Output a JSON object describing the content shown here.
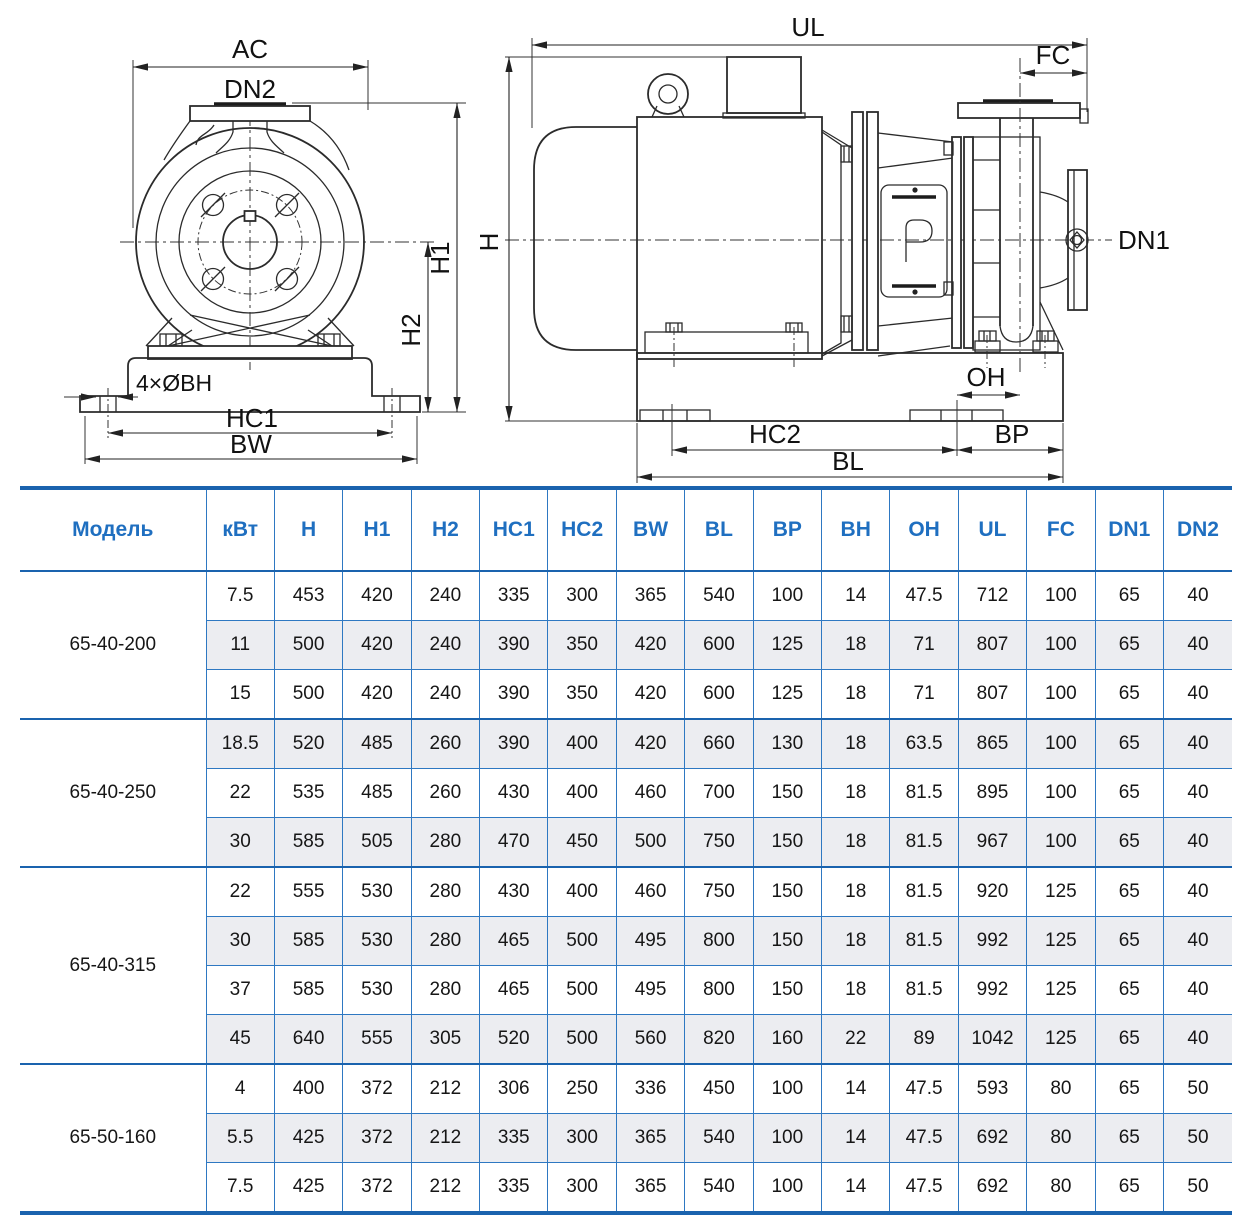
{
  "drawing": {
    "front": {
      "ac": "AC",
      "dn2": "DN2",
      "h1": "H1",
      "h2": "H2",
      "bh": "4×ØBH",
      "hc1": "HC1",
      "bw": "BW"
    },
    "side": {
      "ul": "UL",
      "fc": "FC",
      "h": "H",
      "dn1": "DN1",
      "oh": "OH",
      "hc2": "HC2",
      "bp": "BP",
      "bl": "BL"
    }
  },
  "table": {
    "columns": [
      "Модель",
      "кВт",
      "H",
      "H1",
      "H2",
      "HC1",
      "HC2",
      "BW",
      "BL",
      "BP",
      "BH",
      "OH",
      "UL",
      "FC",
      "DN1",
      "DN2"
    ],
    "groups": [
      {
        "model": "65-40-200",
        "rows": [
          [
            "7.5",
            "453",
            "420",
            "240",
            "335",
            "300",
            "365",
            "540",
            "100",
            "14",
            "47.5",
            "712",
            "100",
            "65",
            "40"
          ],
          [
            "11",
            "500",
            "420",
            "240",
            "390",
            "350",
            "420",
            "600",
            "125",
            "18",
            "71",
            "807",
            "100",
            "65",
            "40"
          ],
          [
            "15",
            "500",
            "420",
            "240",
            "390",
            "350",
            "420",
            "600",
            "125",
            "18",
            "71",
            "807",
            "100",
            "65",
            "40"
          ]
        ]
      },
      {
        "model": "65-40-250",
        "rows": [
          [
            "18.5",
            "520",
            "485",
            "260",
            "390",
            "400",
            "420",
            "660",
            "130",
            "18",
            "63.5",
            "865",
            "100",
            "65",
            "40"
          ],
          [
            "22",
            "535",
            "485",
            "260",
            "430",
            "400",
            "460",
            "700",
            "150",
            "18",
            "81.5",
            "895",
            "100",
            "65",
            "40"
          ],
          [
            "30",
            "585",
            "505",
            "280",
            "470",
            "450",
            "500",
            "750",
            "150",
            "18",
            "81.5",
            "967",
            "100",
            "65",
            "40"
          ]
        ]
      },
      {
        "model": "65-40-315",
        "rows": [
          [
            "22",
            "555",
            "530",
            "280",
            "430",
            "400",
            "460",
            "750",
            "150",
            "18",
            "81.5",
            "920",
            "125",
            "65",
            "40"
          ],
          [
            "30",
            "585",
            "530",
            "280",
            "465",
            "500",
            "495",
            "800",
            "150",
            "18",
            "81.5",
            "992",
            "125",
            "65",
            "40"
          ],
          [
            "37",
            "585",
            "530",
            "280",
            "465",
            "500",
            "495",
            "800",
            "150",
            "18",
            "81.5",
            "992",
            "125",
            "65",
            "40"
          ],
          [
            "45",
            "640",
            "555",
            "305",
            "520",
            "500",
            "560",
            "820",
            "160",
            "22",
            "89",
            "1042",
            "125",
            "65",
            "40"
          ]
        ]
      },
      {
        "model": "65-50-160",
        "rows": [
          [
            "4",
            "400",
            "372",
            "212",
            "306",
            "250",
            "336",
            "450",
            "100",
            "14",
            "47.5",
            "593",
            "80",
            "65",
            "50"
          ],
          [
            "5.5",
            "425",
            "372",
            "212",
            "335",
            "300",
            "365",
            "540",
            "100",
            "14",
            "47.5",
            "692",
            "80",
            "65",
            "50"
          ],
          [
            "7.5",
            "425",
            "372",
            "212",
            "335",
            "300",
            "365",
            "540",
            "100",
            "14",
            "47.5",
            "692",
            "80",
            "65",
            "50"
          ]
        ]
      }
    ]
  },
  "colors": {
    "accent": "#1f6fc0",
    "grid": "#2e78c2",
    "heavy": "#1a63ae",
    "zebra": "#ecedf1",
    "line": "#2b2b2b"
  }
}
